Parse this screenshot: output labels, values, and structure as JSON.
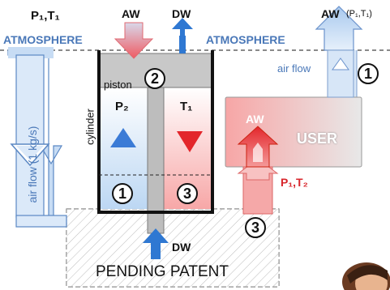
{
  "colors": {
    "atmosphere_blue": "#4a78b8",
    "cold_blue": "#cfe2f7",
    "hot_red": "#f26a6a",
    "accent_red": "#e3262b",
    "cylinder_gray": "#c8c8c8",
    "text_dark": "#111111"
  },
  "top_left": {
    "label": "P₁,T₁",
    "atmosphere": "ATMOSPHERE"
  },
  "top_center": {
    "aw": "AW",
    "dw": "DW",
    "atmosphere": "ATMOSPHERE"
  },
  "top_right": {
    "aw": "AW",
    "aw_sub": "(P₁,T₁)",
    "air_flow": "air flow",
    "marker": "1"
  },
  "left_column": {
    "air_flow": "air flow (1 kg/s)"
  },
  "cylinder": {
    "label": "cylinder",
    "piston_label": "piston",
    "piston_marker": "2",
    "left_chamber_label": "P₂",
    "right_chamber_label": "T₁",
    "left_marker": "1",
    "right_marker": "3",
    "up_arrow_icon": "blue-triangle-up-icon",
    "down_arrow_icon": "red-triangle-down-icon"
  },
  "user_box": {
    "label": "USER",
    "aw": "AW"
  },
  "inlet": {
    "label": "P₁,T₂",
    "marker": "3"
  },
  "bottom": {
    "dw": "DW",
    "pending": "PENDING PATENT"
  }
}
